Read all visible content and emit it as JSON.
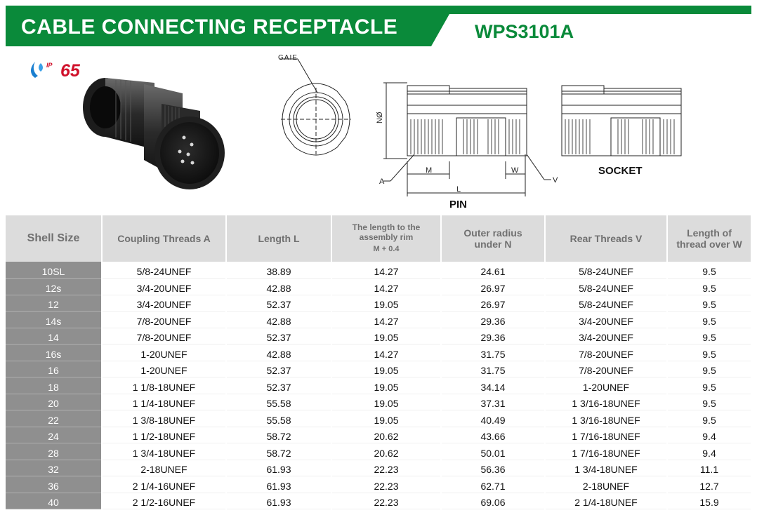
{
  "header": {
    "title": "CABLE CONNECTING RECEPTACLE",
    "model": "WPS3101A"
  },
  "badge": {
    "ip_rating": "65",
    "ip_prefix": "IP"
  },
  "drawing": {
    "gaie_label": "GAIE",
    "dim_n": "NØ",
    "dim_m": "M",
    "dim_w": "W",
    "dim_l": "L",
    "dim_a": "A",
    "dim_v": "V",
    "pin_label": "PIN",
    "socket_label": "SOCKET"
  },
  "table": {
    "headers": {
      "shell_size": "Shell Size",
      "coupling_threads": "Coupling Threads A",
      "length": "Length L",
      "assembly_rim_line1": "The length to the",
      "assembly_rim_line2": "assembly rim",
      "assembly_rim_line3": "M + 0.4",
      "outer_radius_line1": "Outer radius",
      "outer_radius_line2": "under N",
      "rear_threads": "Rear Threads V",
      "thread_over_w_line1": "Length of",
      "thread_over_w_line2": "thread over W"
    },
    "rows": [
      [
        "10SL",
        "5/8-24UNEF",
        "38.89",
        "14.27",
        "24.61",
        "5/8-24UNEF",
        "9.5"
      ],
      [
        "12s",
        "3/4-20UNEF",
        "42.88",
        "14.27",
        "26.97",
        "5/8-24UNEF",
        "9.5"
      ],
      [
        "12",
        "3/4-20UNEF",
        "52.37",
        "19.05",
        "26.97",
        "5/8-24UNEF",
        "9.5"
      ],
      [
        "14s",
        "7/8-20UNEF",
        "42.88",
        "14.27",
        "29.36",
        "3/4-20UNEF",
        "9.5"
      ],
      [
        "14",
        "7/8-20UNEF",
        "52.37",
        "19.05",
        "29.36",
        "3/4-20UNEF",
        "9.5"
      ],
      [
        "16s",
        "1-20UNEF",
        "42.88",
        "14.27",
        "31.75",
        "7/8-20UNEF",
        "9.5"
      ],
      [
        "16",
        "1-20UNEF",
        "52.37",
        "19.05",
        "31.75",
        "7/8-20UNEF",
        "9.5"
      ],
      [
        "18",
        "1 1/8-18UNEF",
        "52.37",
        "19.05",
        "34.14",
        "1-20UNEF",
        "9.5"
      ],
      [
        "20",
        "1 1/4-18UNEF",
        "55.58",
        "19.05",
        "37.31",
        "1 3/16-18UNEF",
        "9.5"
      ],
      [
        "22",
        "1 3/8-18UNEF",
        "55.58",
        "19.05",
        "40.49",
        "1 3/16-18UNEF",
        "9.5"
      ],
      [
        "24",
        "1 1/2-18UNEF",
        "58.72",
        "20.62",
        "43.66",
        "1 7/16-18UNEF",
        "9.4"
      ],
      [
        "28",
        "1 3/4-18UNEF",
        "58.72",
        "20.62",
        "50.01",
        "1 7/16-18UNEF",
        "9.4"
      ],
      [
        "32",
        "2-18UNEF",
        "61.93",
        "22.23",
        "56.36",
        "1 3/4-18UNEF",
        "11.1"
      ],
      [
        "36",
        "2 1/4-16UNEF",
        "61.93",
        "22.23",
        "62.71",
        "2-18UNEF",
        "12.7"
      ],
      [
        "40",
        "2 1/2-16UNEF",
        "61.93",
        "22.23",
        "69.06",
        "2 1/4-18UNEF",
        "15.9"
      ]
    ]
  }
}
